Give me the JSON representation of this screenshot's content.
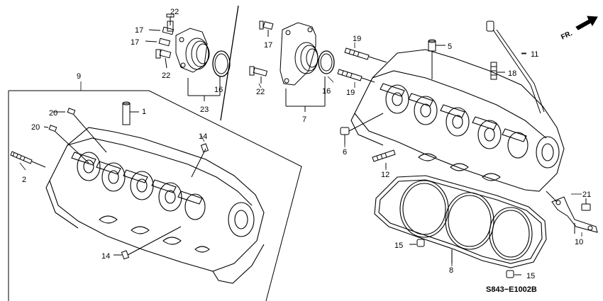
{
  "diagram": {
    "code": "S843−E1002B",
    "direction_label": "FR.",
    "callouts": {
      "c1": "1",
      "c2": "2",
      "c5": "5",
      "c6": "6",
      "c7": "7",
      "c8": "8",
      "c9": "9",
      "c10": "10",
      "c11": "11",
      "c12": "12",
      "c14a": "14",
      "c14b": "14",
      "c15a": "15",
      "c15b": "15",
      "c16a": "16",
      "c16b": "16",
      "c17a": "17",
      "c17b": "17",
      "c17c": "17",
      "c18": "18",
      "c19a": "19",
      "c19b": "19",
      "c20a": "20",
      "c20b": "20",
      "c21": "21",
      "c22a": "22",
      "c22b": "22",
      "c22c": "22",
      "c23": "23"
    }
  }
}
